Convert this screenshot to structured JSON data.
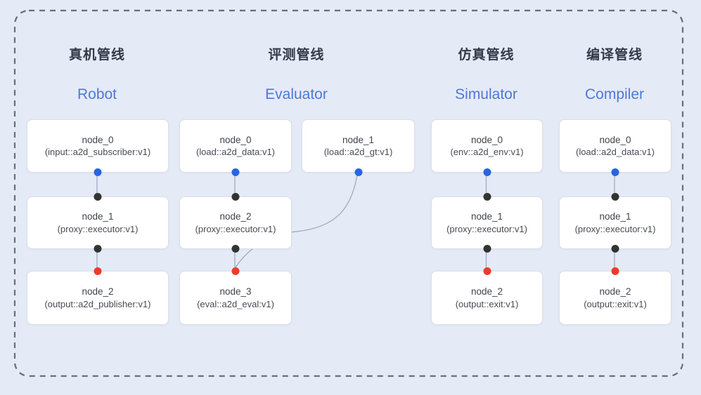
{
  "diagram": {
    "pipelines": [
      {
        "id": "robot",
        "title_zh": "真机管线",
        "title_en": "Robot",
        "nodes": [
          {
            "name": "node_0",
            "type": "(input::a2d_subscriber:v1)"
          },
          {
            "name": "node_1",
            "type": "(proxy::executor:v1)"
          },
          {
            "name": "node_2",
            "type": "(output::a2d_publisher:v1)"
          }
        ],
        "edges": [
          "node_0 -> node_1",
          "node_1 -> node_2"
        ]
      },
      {
        "id": "evaluator",
        "title_zh": "评测管线",
        "title_en": "Evaluator",
        "nodes": [
          {
            "name": "node_0",
            "type": "(load::a2d_data:v1)"
          },
          {
            "name": "node_1",
            "type": "(load::a2d_gt:v1)"
          },
          {
            "name": "node_2",
            "type": "(proxy::executor:v1)"
          },
          {
            "name": "node_3",
            "type": "(eval::a2d_eval:v1)"
          }
        ],
        "edges": [
          "node_0 -> node_2",
          "node_2 -> node_3",
          "node_1 -> node_3"
        ]
      },
      {
        "id": "simulator",
        "title_zh": "仿真管线",
        "title_en": "Simulator",
        "nodes": [
          {
            "name": "node_0",
            "type": "(env::a2d_env:v1)"
          },
          {
            "name": "node_1",
            "type": "(proxy::executor:v1)"
          },
          {
            "name": "node_2",
            "type": "(output::exit:v1)"
          }
        ],
        "edges": [
          "node_0 -> node_1",
          "node_1 -> node_2"
        ]
      },
      {
        "id": "compiler",
        "title_zh": "编译管线",
        "title_en": "Compiler",
        "nodes": [
          {
            "name": "node_0",
            "type": "(load::a2d_data:v1)"
          },
          {
            "name": "node_1",
            "type": "(proxy::executor:v1)"
          },
          {
            "name": "node_2",
            "type": "(output::exit:v1)"
          }
        ],
        "edges": [
          "node_0 -> node_1",
          "node_1 -> node_2"
        ]
      }
    ],
    "colors": {
      "background": "#e5eaf7",
      "dashed_border": "#696e78",
      "node_fill": "#ffffff",
      "node_border": "#dcdfe6",
      "edge_line": "#9aa6ba",
      "source_port": "#2865e0",
      "mid_port": "#333333",
      "sink_port": "#ee3b2a",
      "title_zh_color": "#323a48",
      "title_en_color": "#4c79d6"
    }
  }
}
